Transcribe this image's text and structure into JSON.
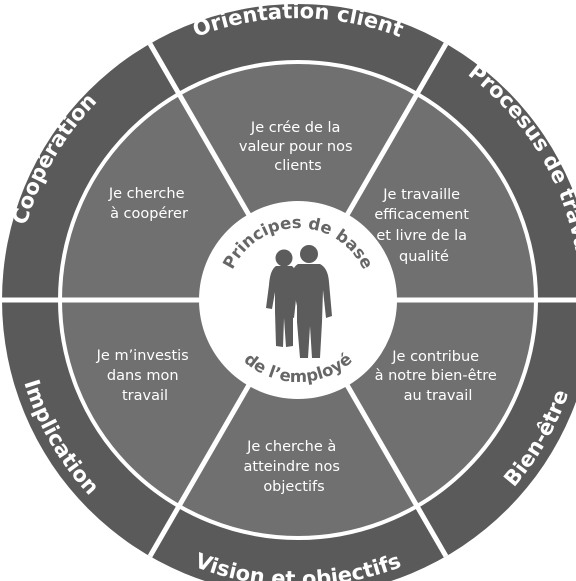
{
  "hub": {
    "top_text": "Principes de base",
    "bottom_text": "de l’employé",
    "icon": "people-silhouette-icon"
  },
  "segments": [
    {
      "id": "orientation-client",
      "ring_label": "Orientation client",
      "inner_lines": [
        "Je crée de la",
        "valeur pour nos",
        "clients"
      ]
    },
    {
      "id": "processus-de-travail",
      "ring_label": "Procesus de travail",
      "inner_lines": [
        "Je travaille",
        "efficacement",
        "et livre de la",
        "qualité"
      ]
    },
    {
      "id": "bien-etre",
      "ring_label": "Bien-être",
      "inner_lines": [
        "Je contribue",
        "à notre bien-être",
        "au travail"
      ]
    },
    {
      "id": "vision-et-objectifs",
      "ring_label": "Vision et objectifs",
      "inner_lines": [
        "Je cherche à",
        "atteindre nos",
        "objectifs"
      ]
    },
    {
      "id": "implication",
      "ring_label": "Implication",
      "inner_lines": [
        "Je m’investis",
        "dans mon",
        "travail"
      ]
    },
    {
      "id": "cooperation",
      "ring_label": "Coopération",
      "inner_lines": [
        "Je cherche",
        "à coopérer"
      ]
    }
  ],
  "colors": {
    "outer_ring": "#5a5a5a",
    "inner_segments": "#707070",
    "hub": "#ffffff",
    "hub_text": "#666666",
    "silhouette": "#5c5c5c",
    "divider": "#ffffff"
  }
}
